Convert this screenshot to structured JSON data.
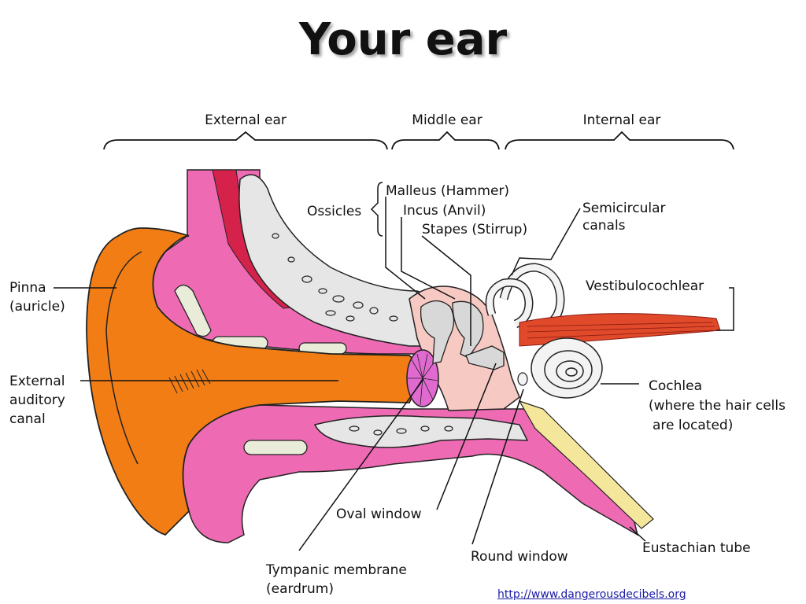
{
  "title": "Your ear",
  "colors": {
    "pinna": "#f27d15",
    "tissue": "#ee6bb4",
    "bone": "#e6e6e6",
    "muscle": "#e04a2a",
    "eustachian": "#f4e69a",
    "middle_ear": "#f7c9c3",
    "link": "#1a1aa6"
  },
  "sections": {
    "external": "External ear",
    "middle": "Middle ear",
    "internal": "Internal ear"
  },
  "labels": {
    "ossicles": "Ossicles",
    "malleus": "Malleus (Hammer)",
    "incus": "Incus (Anvil)",
    "stapes": "Stapes (Stirrup)",
    "semicircular_1": "Semicircular",
    "semicircular_2": "canals",
    "vestibulocochlear": "Vestibulocochlear",
    "pinna_1": "Pinna",
    "pinna_2": "(auricle)",
    "eac_1": "External",
    "eac_2": "auditory",
    "eac_3": "canal",
    "cochlea_1": "Cochlea",
    "cochlea_2": "(where the hair cells",
    "cochlea_3": "are located)",
    "oval_window": "Oval window",
    "round_window": "Round window",
    "eustachian_tube": "Eustachian tube",
    "tympanic_1": "Tympanic membrane",
    "tympanic_2": "(eardrum)"
  },
  "source_link": "http://www.dangerousdecibels.org"
}
